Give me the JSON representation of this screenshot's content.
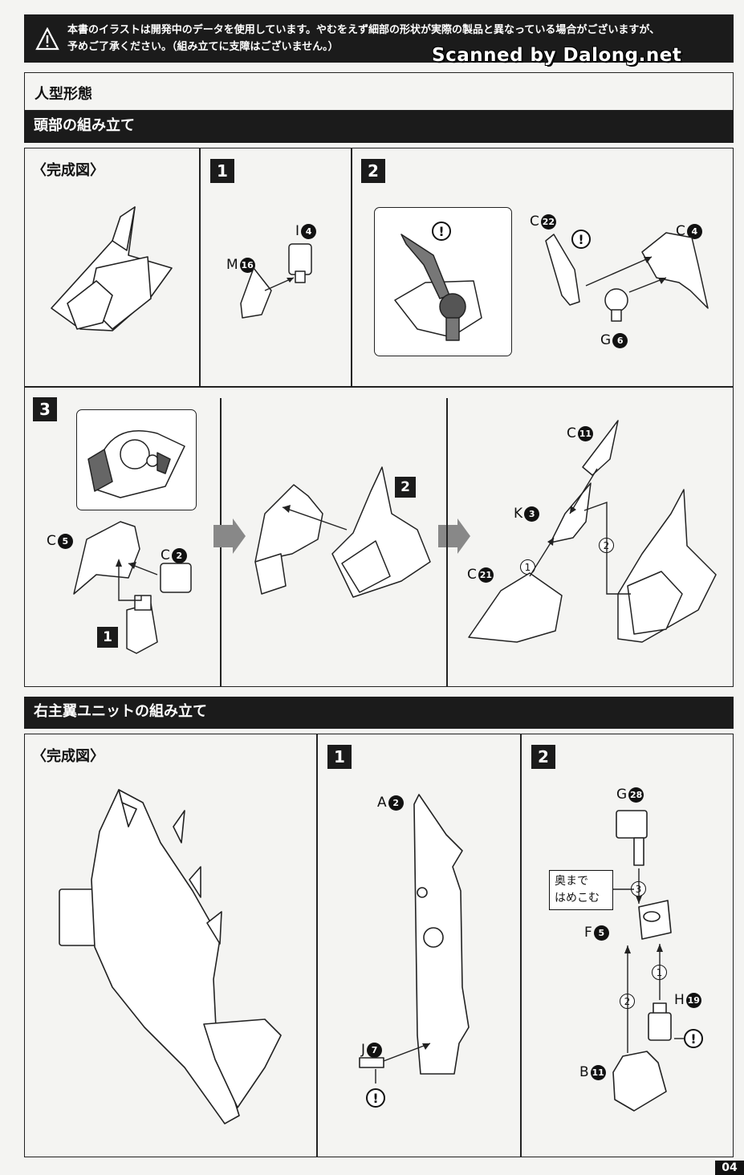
{
  "warning": {
    "icon": "warning-triangle-icon",
    "line1": "本書のイラストは開発中のデータを使用しています。やむをえず細部の形状が実際の製品と異なっている場合がございますが、",
    "line2": "予めご了承ください。（組み立てに支障はございません。）"
  },
  "watermark": "Scanned by Dalong.net",
  "mode_title": "人型形態",
  "head": {
    "title": "頭部の組み立て",
    "complete_label": "〈完成図〉",
    "step1": {
      "number": "1",
      "parts": [
        {
          "letter": "I",
          "num": "4"
        },
        {
          "letter": "M",
          "num": "16"
        }
      ]
    },
    "step2": {
      "number": "2",
      "parts": [
        {
          "letter": "C",
          "num": "22"
        },
        {
          "letter": "C",
          "num": "4"
        },
        {
          "letter": "G",
          "num": "6"
        }
      ]
    },
    "step3": {
      "number": "3",
      "parts": [
        {
          "letter": "C",
          "num": "5"
        },
        {
          "letter": "C",
          "num": "2"
        },
        {
          "letter": "C",
          "num": "11"
        },
        {
          "letter": "K",
          "num": "3"
        },
        {
          "letter": "C",
          "num": "21"
        }
      ],
      "ref_1": "1",
      "ref_2": "2",
      "order_1": "1",
      "order_2": "2"
    }
  },
  "wing": {
    "title": "右主翼ユニットの組み立て",
    "complete_label": "〈完成図〉",
    "step1": {
      "number": "1",
      "parts": [
        {
          "letter": "A",
          "num": "2"
        },
        {
          "letter": "J",
          "num": "7"
        }
      ]
    },
    "step2": {
      "number": "2",
      "parts": [
        {
          "letter": "G",
          "num": "28"
        },
        {
          "letter": "F",
          "num": "5"
        },
        {
          "letter": "H",
          "num": "19"
        },
        {
          "letter": "B",
          "num": "11"
        }
      ],
      "callout_line1": "奥まで",
      "callout_line2": "はめこむ",
      "order_1": "1",
      "order_2": "2",
      "order_3": "3"
    }
  },
  "caution_mark": "!",
  "page_number": "04"
}
